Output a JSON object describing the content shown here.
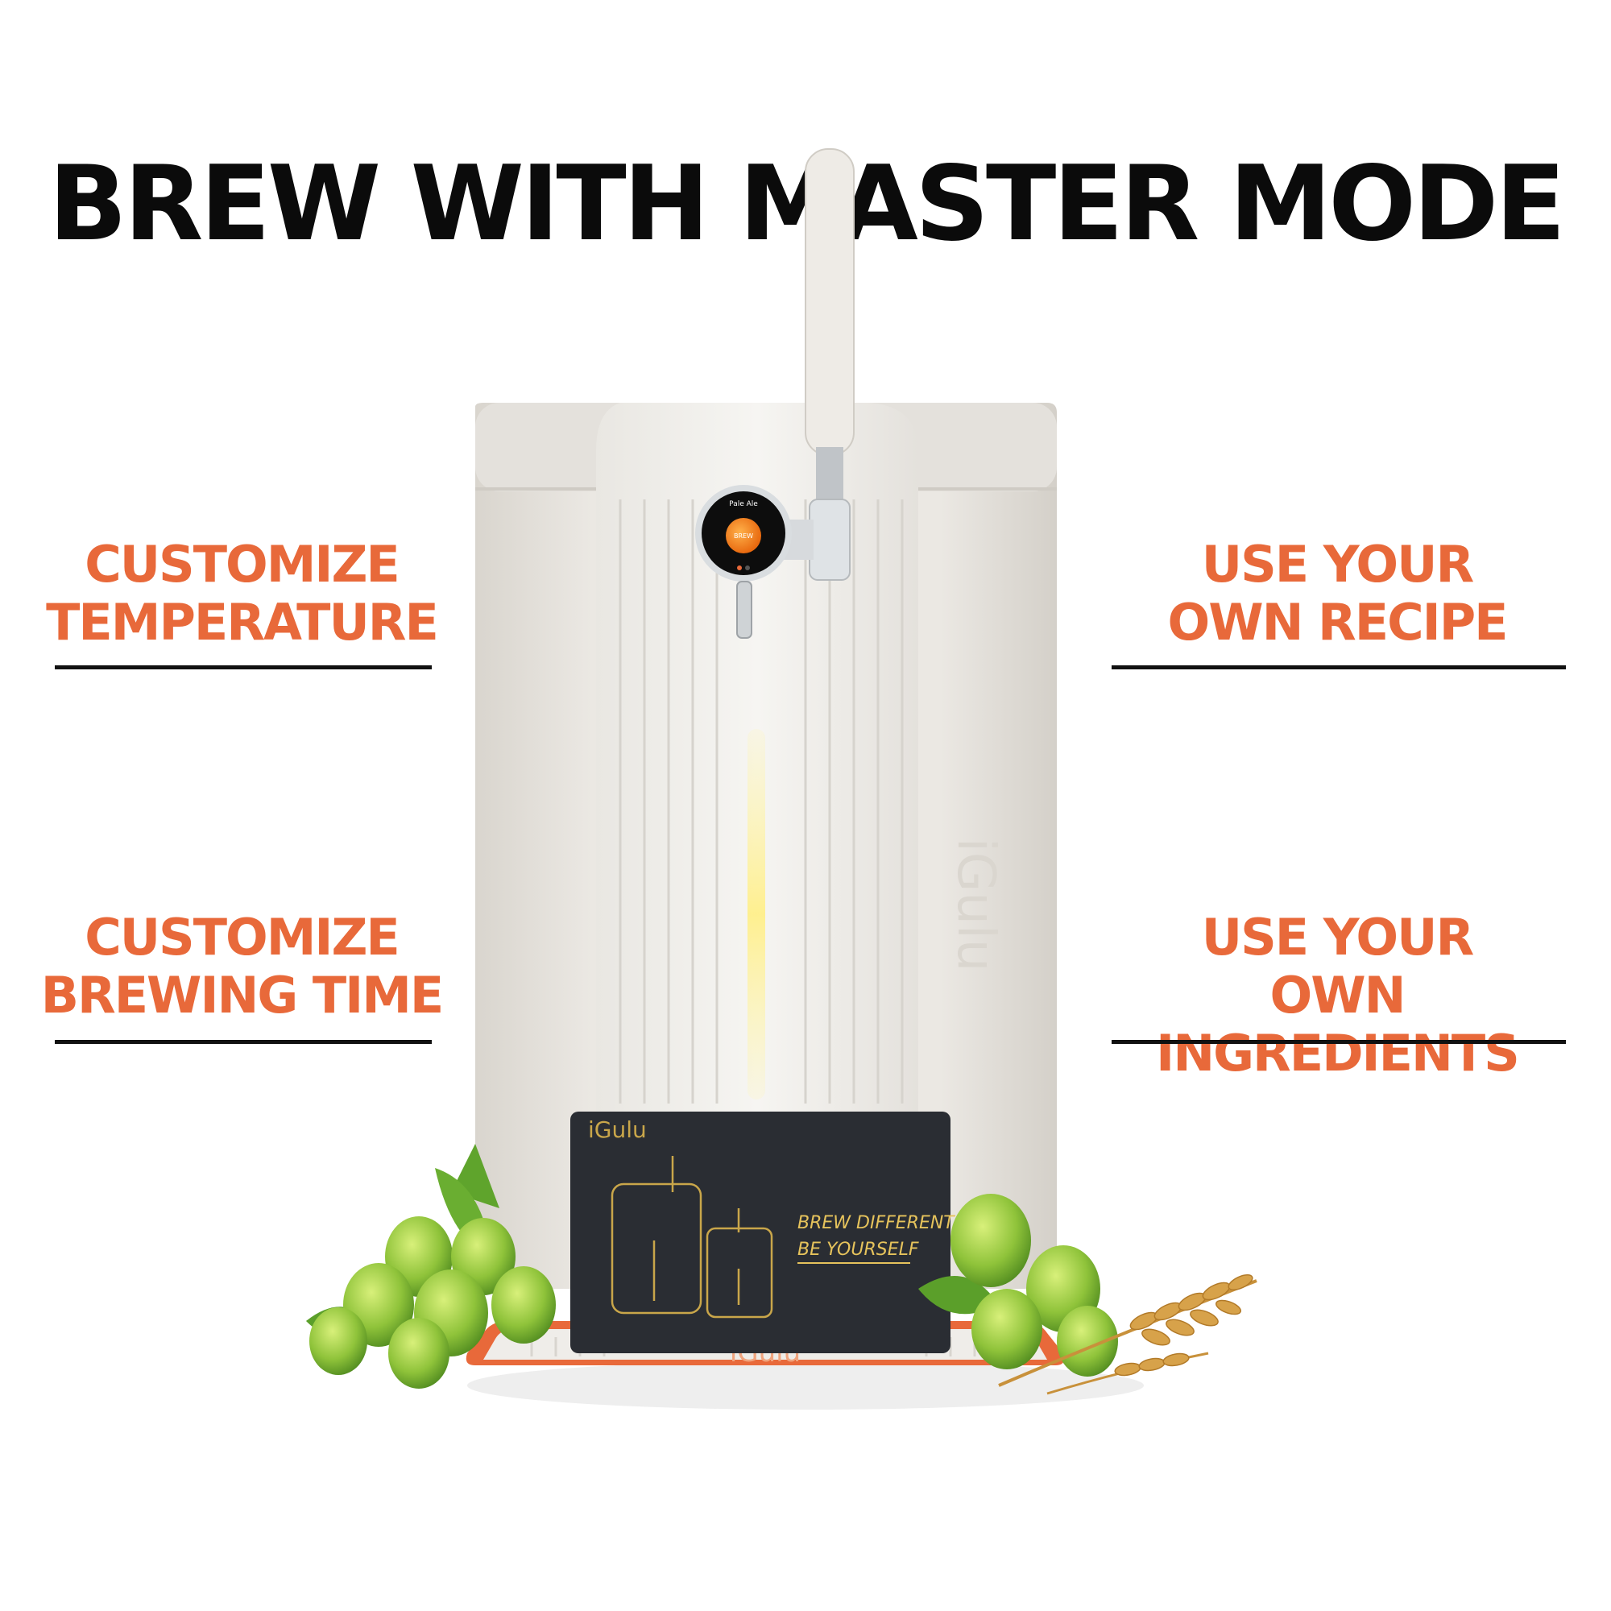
{
  "headline": "BREW WITH MASTER MODE",
  "features": {
    "left_top": {
      "line1": "CUSTOMIZE",
      "line2": "TEMPERATURE"
    },
    "left_bottom": {
      "line1": "CUSTOMIZE",
      "line2": "BREWING TIME"
    },
    "right_top": {
      "line1": "USE YOUR",
      "line2": "OWN RECIPE"
    },
    "right_bottom": {
      "line1": "USE YOUR",
      "line2": "OWN INGREDIENTS"
    }
  },
  "device": {
    "screen_title": "Pale Ale",
    "screen_button": "BREW",
    "side_logo": "iGulu",
    "mat_logo": "iGulu"
  },
  "card": {
    "logo": "iGulu",
    "tagline_1": "BREW DIFFERENT",
    "tagline_2": "BE YOURSELF"
  },
  "colors": {
    "accent": "#e8693a",
    "headline": "#0b0b0b",
    "device_body": "#e6e2dc",
    "card": "#2a2d33",
    "gold": "#c9a64a"
  }
}
